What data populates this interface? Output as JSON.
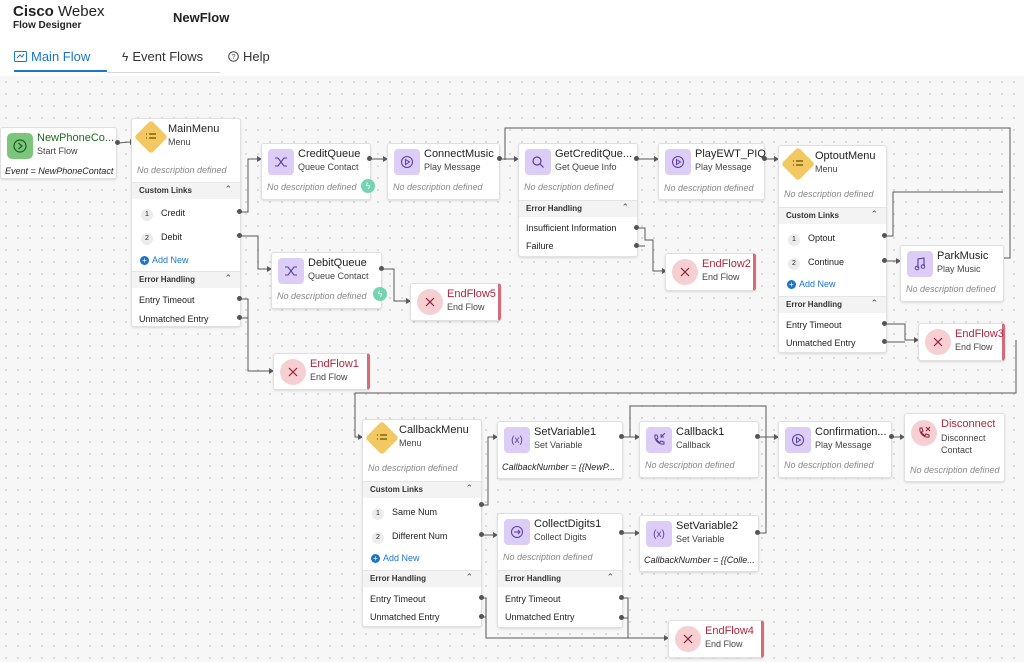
{
  "header": {
    "brand_bold": "Cisco",
    "brand_light": "Webex",
    "product": "Flow Designer",
    "flow_name": "NewFlow"
  },
  "tabs": [
    {
      "label": "Main Flow",
      "icon": "flow-icon"
    },
    {
      "label": "Event Flows",
      "icon": "bolt-icon"
    },
    {
      "label": "Help",
      "icon": "help-icon"
    }
  ],
  "colors": {
    "accent": "#1b76c7",
    "menu": "#f2c862",
    "activity": "#dccdf7",
    "end": "#f6cfd3",
    "start": "#7bc67b"
  },
  "common": {
    "no_desc": "No description defined",
    "custom_links": "Custom Links",
    "error_handling": "Error Handling",
    "add_new": "Add New",
    "entry_timeout": "Entry Timeout",
    "unmatched_entry": "Unmatched Entry"
  },
  "nodes": {
    "start": {
      "title": "NewPhoneCo...",
      "type": "Start Flow",
      "event": "Event = NewPhoneContact"
    },
    "mainmenu": {
      "title": "MainMenu",
      "type": "Menu",
      "links": [
        "Credit",
        "Debit"
      ]
    },
    "creditqueue": {
      "title": "CreditQueue",
      "type": "Queue Contact"
    },
    "debitqueue": {
      "title": "DebitQueue",
      "type": "Queue Contact"
    },
    "connectmusic": {
      "title": "ConnectMusic",
      "type": "Play Message"
    },
    "getcreditqueue": {
      "title": "GetCreditQue...",
      "type": "Get Queue Info",
      "errors": [
        "Insufficient Information",
        "Failure"
      ]
    },
    "playewt": {
      "title": "PlayEWT_PIQ",
      "type": "Play Message"
    },
    "optoutmenu": {
      "title": "OptoutMenu",
      "type": "Menu",
      "links": [
        "Optout",
        "Continue"
      ]
    },
    "parkmusic": {
      "title": "ParkMusic",
      "type": "Play Music"
    },
    "endflow1": {
      "title": "EndFlow1",
      "type": "End Flow"
    },
    "endflow2": {
      "title": "EndFlow2",
      "type": "End Flow"
    },
    "endflow3": {
      "title": "EndFlow3",
      "type": "End Flow"
    },
    "endflow4": {
      "title": "EndFlow4",
      "type": "End Flow"
    },
    "endflow5": {
      "title": "EndFlow5",
      "type": "End Flow"
    },
    "callbackmenu": {
      "title": "CallbackMenu",
      "type": "Menu",
      "links": [
        "Same Num",
        "Different Num"
      ]
    },
    "setvariable1": {
      "title": "SetVariable1",
      "type": "Set Variable",
      "expr": "CallbackNumber = {{NewP..."
    },
    "callback1": {
      "title": "Callback1",
      "type": "Callback"
    },
    "confirmation": {
      "title": "Confirmation...",
      "type": "Play Message"
    },
    "disconnect": {
      "title": "Disconnect",
      "type": "Disconnect Contact"
    },
    "collectdigits1": {
      "title": "CollectDigits1",
      "type": "Collect Digits"
    },
    "setvariable2": {
      "title": "SetVariable2",
      "type": "Set Variable",
      "expr": "CallbackNumber = {{Colle..."
    }
  }
}
